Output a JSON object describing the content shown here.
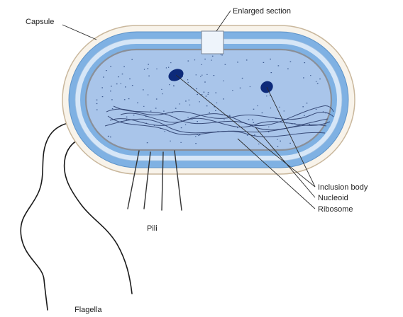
{
  "labels": {
    "capsule": "Capsule",
    "enlarged_section": "Enlarged section",
    "inclusion_body": "Inclusion body",
    "nucleoid": "Nucleoid",
    "ribosome": "Ribosome",
    "pili": "Pili",
    "flagella": "Flagella"
  },
  "colors": {
    "capsule_fill": "#f8f3ea",
    "capsule_outline": "#c9b79c",
    "cell_wall": "#7fb1e3",
    "membrane_gap": "#d6e6f7",
    "cytoplasm": "#a9c5ea",
    "cytoplasm_outline": "#8a8f98",
    "inclusion_body": "#0d2a7a",
    "ribosome_dot": "#3d5a8f"
  }
}
